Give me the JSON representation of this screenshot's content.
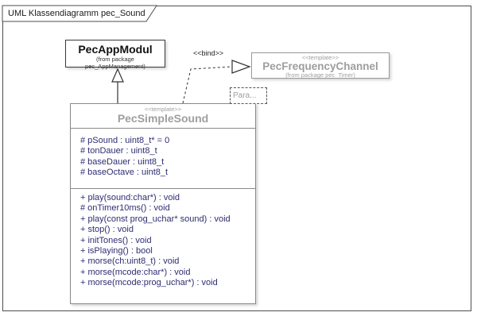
{
  "frame": {
    "title": "UML Klassendiagramm pec_Sound"
  },
  "classes": {
    "pecAppModul": {
      "name": "PecAppModul",
      "from_package": "(from package pec_AppManagement)"
    },
    "pecFrequencyChannel": {
      "stereotype": "<<template>>",
      "name": "PecFrequencyChannel",
      "from_package": "(from package pec_Timer)"
    },
    "pecSimpleSound": {
      "stereotype": "<<template>>",
      "name": "PecSimpleSound",
      "template_parameter": "Para...",
      "attributes": [
        "# pSound : uint8_t* = 0",
        "# tonDauer : uint8_t",
        "# baseDauer : uint8_t",
        "# baseOctave : uint8_t"
      ],
      "methods": [
        "+ play(sound:char*) : void",
        "# onTimer10ms() : void",
        "+ play(const prog_uchar* sound) : void",
        "+ stop() : void",
        "+ initTones() : void",
        "+ isPlaying() : bool",
        "+ morse(ch:uint8_t) : void",
        "+ morse(mcode:char*) : void",
        "+ morse(mcode:prog_uchar*) : void"
      ]
    }
  },
  "relations": {
    "bind_label": "<<bind>>"
  },
  "colors": {
    "frame_border": "#4d4d4d",
    "box_border_gray": "#9a9a9a",
    "muted_text": "#9e9e9e",
    "member_text": "#2d2d72",
    "line_color": "#333333"
  }
}
